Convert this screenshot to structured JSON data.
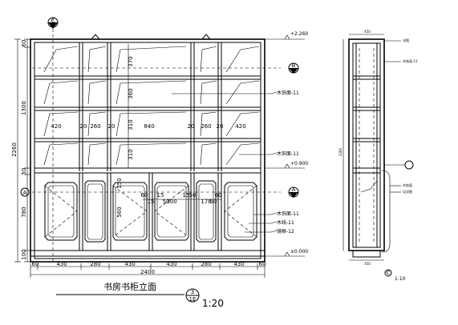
{
  "title": "书房书柜立面",
  "scale": "1:20",
  "symbol": {
    "number": "3",
    "sheet": "1E"
  },
  "side_scale": "1:10",
  "section_markers": {
    "top": "C",
    "left_mid": "A",
    "right_mid": "B",
    "side_bottom": "C"
  },
  "overall_width": "2400",
  "overall_height": "2260",
  "bottom_widths": [
    "60",
    "430",
    "280",
    "430",
    "430",
    "280",
    "430",
    "60"
  ],
  "height_dims": [
    "60",
    "1300",
    "50",
    "780",
    "100"
  ],
  "shelf_widths": [
    "420",
    "260",
    "840",
    "260",
    "420"
  ],
  "shelf_heights": [
    "370",
    "360",
    "310",
    "310"
  ],
  "door_dims": [
    "150",
    "560",
    "300",
    "15",
    "50",
    "178",
    "60"
  ],
  "levels": [
    "+2.260",
    "+0.900",
    "±0.000"
  ],
  "materials": [
    "木饰面-11",
    "木饰面-11",
    "木饰面-11",
    "木线-11",
    "镜框-12"
  ],
  "side_notes": [
    "详图",
    "木饰面-11",
    "木饰面",
    "见详图"
  ]
}
